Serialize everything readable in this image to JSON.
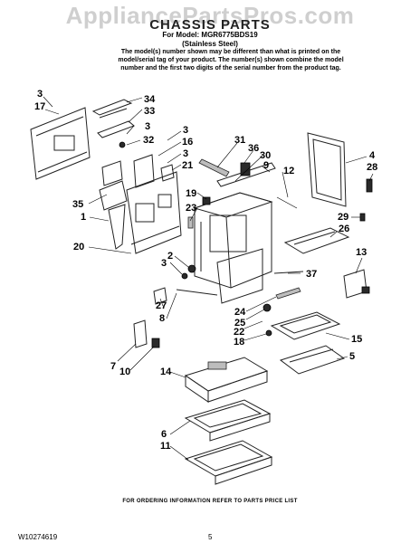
{
  "watermark": "AppliancePartsPros.com",
  "header": {
    "title": "CHASSIS PARTS",
    "model_line": "For Model: MGR6775BDS19",
    "variant": "(Stainless Steel)",
    "note": "The model(s) number shown may be different than what is printed on the model/serial tag of your product. The number(s) shown combine the model number and the first two digits of the serial number from the product tag."
  },
  "callouts": [
    "3",
    "17",
    "34",
    "33",
    "3",
    "32",
    "3",
    "16",
    "3",
    "21",
    "31",
    "36",
    "30",
    "9",
    "12",
    "4",
    "28",
    "26",
    "35",
    "1",
    "20",
    "19",
    "23",
    "29",
    "13",
    "2",
    "3",
    "37",
    "27",
    "8",
    "24",
    "25",
    "22",
    "18",
    "15",
    "5",
    "7",
    "10",
    "14",
    "6",
    "11"
  ],
  "footer": {
    "ordering": "FOR ORDERING INFORMATION REFER TO PARTS PRICE LIST",
    "doc_number": "W10274619",
    "page_number": "5"
  }
}
